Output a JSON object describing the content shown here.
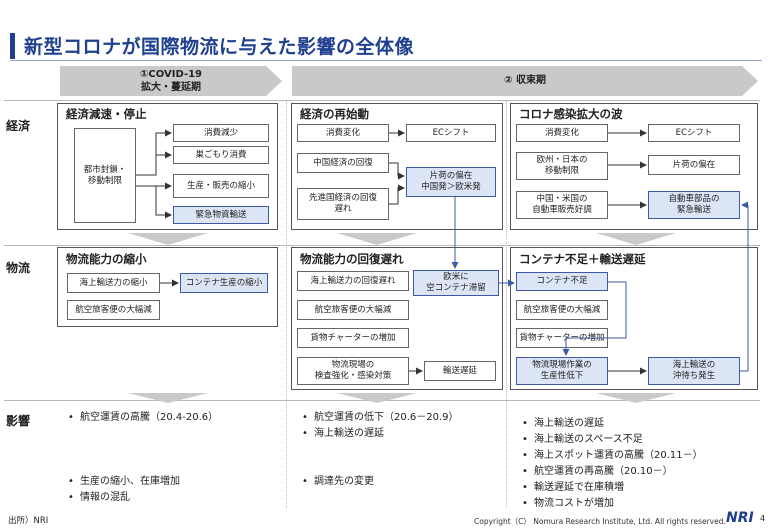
{
  "title": "新型コロナが国際物流に与えた影響の全体像",
  "phases": [
    {
      "line1": "①COVID-19",
      "line2": "拡大・蔓延期"
    },
    {
      "line1": "② 収束期",
      "line2": ""
    }
  ],
  "rows": [
    "経済",
    "物流",
    "影響"
  ],
  "economy": {
    "p1": {
      "title": "経済減速・停止",
      "lockdown": "都市封鎖・\n移動制限",
      "items": [
        "消費減少",
        "巣ごもり消費",
        "生産・販売の縮小",
        "緊急物資輸送"
      ]
    },
    "p2": {
      "title": "経済の再始動",
      "consumption": "消費変化",
      "ec": "ECシフト",
      "china": "中国経済の回復",
      "advanced": "先進国経済の回復\n遅れ",
      "imbalance": "片荷の偏在\n中国発＞欧米発"
    },
    "p3": {
      "title": "コロナ感染拡大の波",
      "consumption": "消費変化",
      "ec": "ECシフト",
      "eujp": "欧州・日本の\n移動制限",
      "imbalance": "片荷の偏在",
      "cnus": "中国・米国の\n自動車販売好調",
      "parts": "自動車部品の\n緊急輸送"
    }
  },
  "logistics": {
    "p1": {
      "title": "物流能力の縮小",
      "shipping": "海上輸送力の縮小",
      "container": "コンテナ生産の縮小",
      "air": "航空旅客便の大幅減"
    },
    "p2": {
      "title": "物流能力の回復遅れ",
      "shipping": "海上輸送力の回復遅れ",
      "air": "航空旅客便の大幅減",
      "charter": "貨物チャーターの増加",
      "site": "物流現場の\n検査強化・感染対策",
      "delay": "輸送遅延",
      "stagnation": "欧米に\n空コンテナ滞留"
    },
    "p3": {
      "title": "コンテナ不足＋輸送遅延",
      "shortage": "コンテナ不足",
      "air": "航空旅客便の大幅減",
      "charter": "貨物チャーターの増加",
      "productivity": "物流現場作業の\n生産性低下",
      "offshore": "海上輸送の\n沖待ち発生"
    }
  },
  "impact": {
    "col1": [
      "航空運賃の高騰（20.4-20.6）",
      "生産の縮小、在庫増加",
      "情報の混乱"
    ],
    "col2": [
      "航空運賃の低下（20.6－20.9）",
      "海上輸送の遅延",
      "調達先の変更"
    ],
    "col3": [
      "海上輸送の遅延",
      "海上輸送のスペース不足",
      "海上スポット運賃の高騰（20.11－）",
      "航空運賃の再高騰（20.10－）",
      "輸送遅延で在庫積増",
      "物流コストが増加"
    ]
  },
  "footer": {
    "source": "出所）NRI",
    "copyright": "Copyright（C） Nomura Research Institute, Ltd. All rights reserved.",
    "logo": "NRI",
    "page": "4"
  }
}
